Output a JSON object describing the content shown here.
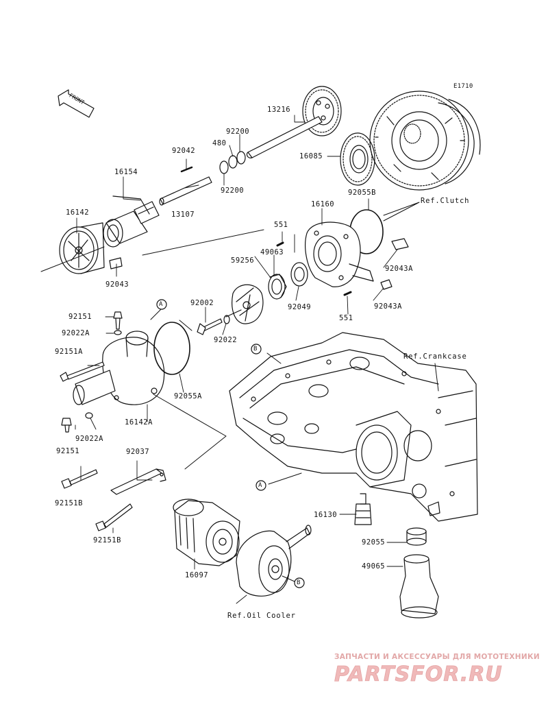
{
  "diagram": {
    "code": "E1710",
    "front_label": "FRONT",
    "parts": [
      {
        "id": "13216",
        "label": "13216"
      },
      {
        "id": "92200a",
        "label": "92200"
      },
      {
        "id": "480",
        "label": "480"
      },
      {
        "id": "92200b",
        "label": "92200"
      },
      {
        "id": "16085",
        "label": "16085"
      },
      {
        "id": "92042",
        "label": "92042"
      },
      {
        "id": "16154",
        "label": "16154"
      },
      {
        "id": "13107",
        "label": "13107"
      },
      {
        "id": "16142",
        "label": "16142"
      },
      {
        "id": "92043",
        "label": "92043"
      },
      {
        "id": "92055B",
        "label": "92055B"
      },
      {
        "id": "16160",
        "label": "16160"
      },
      {
        "id": "551a",
        "label": "551"
      },
      {
        "id": "49063",
        "label": "49063"
      },
      {
        "id": "59256",
        "label": "59256"
      },
      {
        "id": "92043Aa",
        "label": "92043A"
      },
      {
        "id": "92043Ab",
        "label": "92043A"
      },
      {
        "id": "92049",
        "label": "92049"
      },
      {
        "id": "551b",
        "label": "551"
      },
      {
        "id": "92002",
        "label": "92002"
      },
      {
        "id": "92022",
        "label": "92022"
      },
      {
        "id": "92151a",
        "label": "92151"
      },
      {
        "id": "92022Aa",
        "label": "92022A"
      },
      {
        "id": "92151A",
        "label": "92151A"
      },
      {
        "id": "92055A",
        "label": "92055A"
      },
      {
        "id": "16142A",
        "label": "16142A"
      },
      {
        "id": "92151b",
        "label": "92151"
      },
      {
        "id": "92022Ab",
        "label": "92022A"
      },
      {
        "id": "92037",
        "label": "92037"
      },
      {
        "id": "92151Ba",
        "label": "92151B"
      },
      {
        "id": "92151Bb",
        "label": "92151B"
      },
      {
        "id": "16130",
        "label": "16130"
      },
      {
        "id": "92055",
        "label": "92055"
      },
      {
        "id": "49065",
        "label": "49065"
      },
      {
        "id": "16097",
        "label": "16097"
      }
    ],
    "refs": {
      "clutch": "Ref.Clutch",
      "crankcase": "Ref.Crankcase",
      "oil_cooler": "Ref.Oil Cooler"
    },
    "markers": {
      "a": "A",
      "b": "B"
    }
  },
  "watermark": {
    "subtitle": "ЗАПЧАСТИ И АКСЕССУАРЫ ДЛЯ МОТОТЕХНИКИ",
    "logo": "PARTSFOR.RU"
  }
}
